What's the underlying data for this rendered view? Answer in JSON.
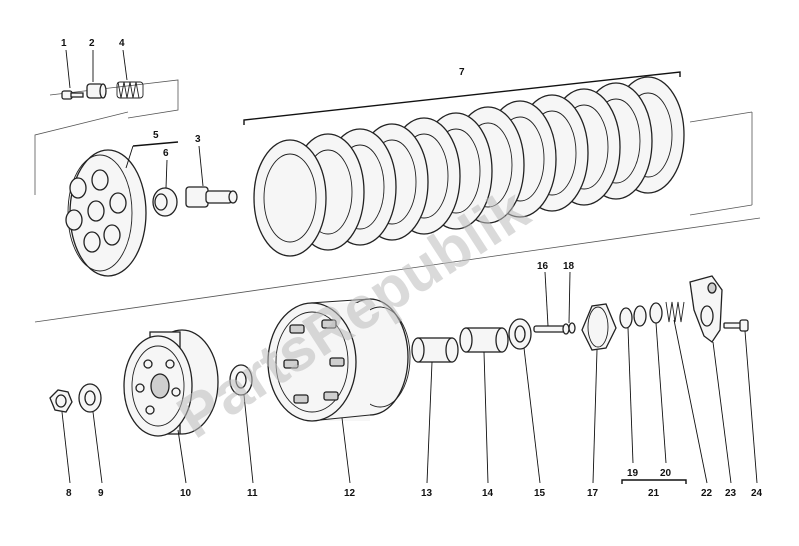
{
  "diagram": {
    "watermark": "PartsRepublik",
    "labels": [
      "1",
      "2",
      "4",
      "5",
      "6",
      "3",
      "7",
      "16",
      "18",
      "8",
      "9",
      "10",
      "11",
      "12",
      "13",
      "14",
      "15",
      "17",
      "19",
      "20",
      "21",
      "22",
      "23",
      "24"
    ]
  }
}
